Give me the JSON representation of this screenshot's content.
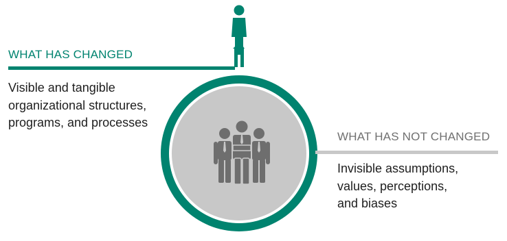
{
  "colors": {
    "teal": "#00836f",
    "light_gray": "#c8c8c8",
    "dark_gray": "#6e6e6e",
    "person_fill": "#00836f",
    "text": "#1e1e1e",
    "heading_changed": "#00836f",
    "heading_not_changed": "#707070"
  },
  "icons": {
    "top_figure": "woman-standing-icon",
    "center_group": "group-of-people-icon"
  },
  "changed": {
    "heading": "WHAT HAS CHANGED",
    "body": "Visible and tangible\norganizational structures,\nprograms, and processes"
  },
  "not_changed": {
    "heading": "WHAT HAS NOT CHANGED",
    "body": "Invisible assumptions,\nvalues, perceptions,\nand biases"
  }
}
